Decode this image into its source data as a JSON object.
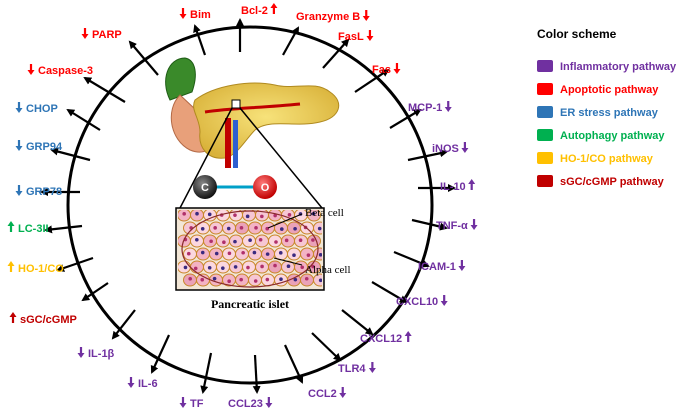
{
  "colors": {
    "inflammatory": "#7030a0",
    "apoptotic": "#ff0000",
    "er_stress": "#2e75b6",
    "autophagy": "#00b050",
    "ho1_co": "#ffc000",
    "sgc_cgmp": "#c00000"
  },
  "center": {
    "molecule_c": "C",
    "molecule_o": "O",
    "beta_cell_label": "Beta cell",
    "alpha_cell_label": "Alpha cell",
    "islet_label": "Pancreatic  islet"
  },
  "markers": [
    {
      "label": "Bim",
      "direction": "down",
      "pathway": "apoptotic"
    },
    {
      "label": "Bcl-2",
      "direction": "up",
      "pathway": "apoptotic"
    },
    {
      "label": "Granzyme B",
      "direction": "down",
      "pathway": "apoptotic"
    },
    {
      "label": "FasL",
      "direction": "down",
      "pathway": "apoptotic"
    },
    {
      "label": "Fas",
      "direction": "down",
      "pathway": "apoptotic"
    },
    {
      "label": "MCP-1",
      "direction": "down",
      "pathway": "inflammatory"
    },
    {
      "label": "iNOS",
      "direction": "down",
      "pathway": "inflammatory"
    },
    {
      "label": "IL-10",
      "direction": "up",
      "pathway": "inflammatory"
    },
    {
      "label": "TNF-α",
      "direction": "down",
      "pathway": "inflammatory"
    },
    {
      "label": "ICAM-1",
      "direction": "down",
      "pathway": "inflammatory"
    },
    {
      "label": "CXCL10",
      "direction": "down",
      "pathway": "inflammatory"
    },
    {
      "label": "CXCL12",
      "direction": "up",
      "pathway": "inflammatory"
    },
    {
      "label": "TLR4",
      "direction": "down",
      "pathway": "inflammatory"
    },
    {
      "label": "CCL2",
      "direction": "down",
      "pathway": "inflammatory"
    },
    {
      "label": "CCL23",
      "direction": "down",
      "pathway": "inflammatory"
    },
    {
      "label": "TF",
      "direction": "down",
      "pathway": "inflammatory"
    },
    {
      "label": "IL-6",
      "direction": "down",
      "pathway": "inflammatory"
    },
    {
      "label": "IL-1β",
      "direction": "down",
      "pathway": "inflammatory"
    },
    {
      "label": "sGC/cGMP",
      "direction": "up",
      "pathway": "sgc_cgmp"
    },
    {
      "label": "HO-1/CO",
      "direction": "up",
      "pathway": "ho1_co"
    },
    {
      "label": "LC-3II",
      "direction": "up",
      "pathway": "autophagy"
    },
    {
      "label": "GRP78",
      "direction": "down",
      "pathway": "er_stress"
    },
    {
      "label": "GRP94",
      "direction": "down",
      "pathway": "er_stress"
    },
    {
      "label": "CHOP",
      "direction": "down",
      "pathway": "er_stress"
    },
    {
      "label": "Caspase-3",
      "direction": "down",
      "pathway": "apoptotic"
    },
    {
      "label": "PARP",
      "direction": "down",
      "pathway": "apoptotic"
    }
  ],
  "legend": {
    "title": "Color scheme",
    "items": [
      {
        "label": "Inflammatory pathway",
        "pathway": "inflammatory"
      },
      {
        "label": "Apoptotic pathway",
        "pathway": "apoptotic"
      },
      {
        "label": "ER stress pathway",
        "pathway": "er_stress"
      },
      {
        "label": "Autophagy pathway",
        "pathway": "autophagy"
      },
      {
        "label": "HO-1/CO pathway",
        "pathway": "ho1_co"
      },
      {
        "label": "sGC/cGMP pathway",
        "pathway": "sgc_cgmp"
      }
    ]
  }
}
